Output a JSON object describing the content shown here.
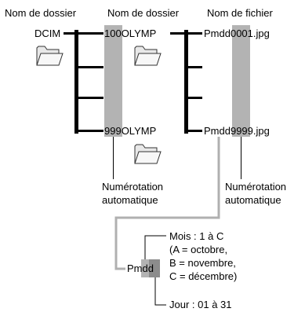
{
  "headers": {
    "col1": "Nom de dossier",
    "col2": "Nom de dossier",
    "col3": "Nom de fichier"
  },
  "root_folder": "DCIM",
  "subfolders": {
    "first": "100OLYMP",
    "last": "999OLYMP"
  },
  "files": {
    "first": "Pmdd0001.jpg",
    "last": "Pmdd9999.jpg"
  },
  "auto_numbering": {
    "folder": [
      "Numérotation",
      "automatique"
    ],
    "file": [
      "Numérotation",
      "automatique"
    ]
  },
  "filename_breakdown": {
    "prefix": "Pmdd",
    "month_lines": [
      "Mois : 1 à C",
      "(A = octobre,",
      "B = novembre,",
      "C = décembre)"
    ],
    "day_line": "Jour : 01 à 31"
  },
  "icons": {
    "folder": "folder-icon"
  },
  "colors": {
    "highlight_gray": "#b3b3b3",
    "dark_gray": "#8c8c8c",
    "line_black": "#000000",
    "connector_gray": "#b0b0b0"
  }
}
